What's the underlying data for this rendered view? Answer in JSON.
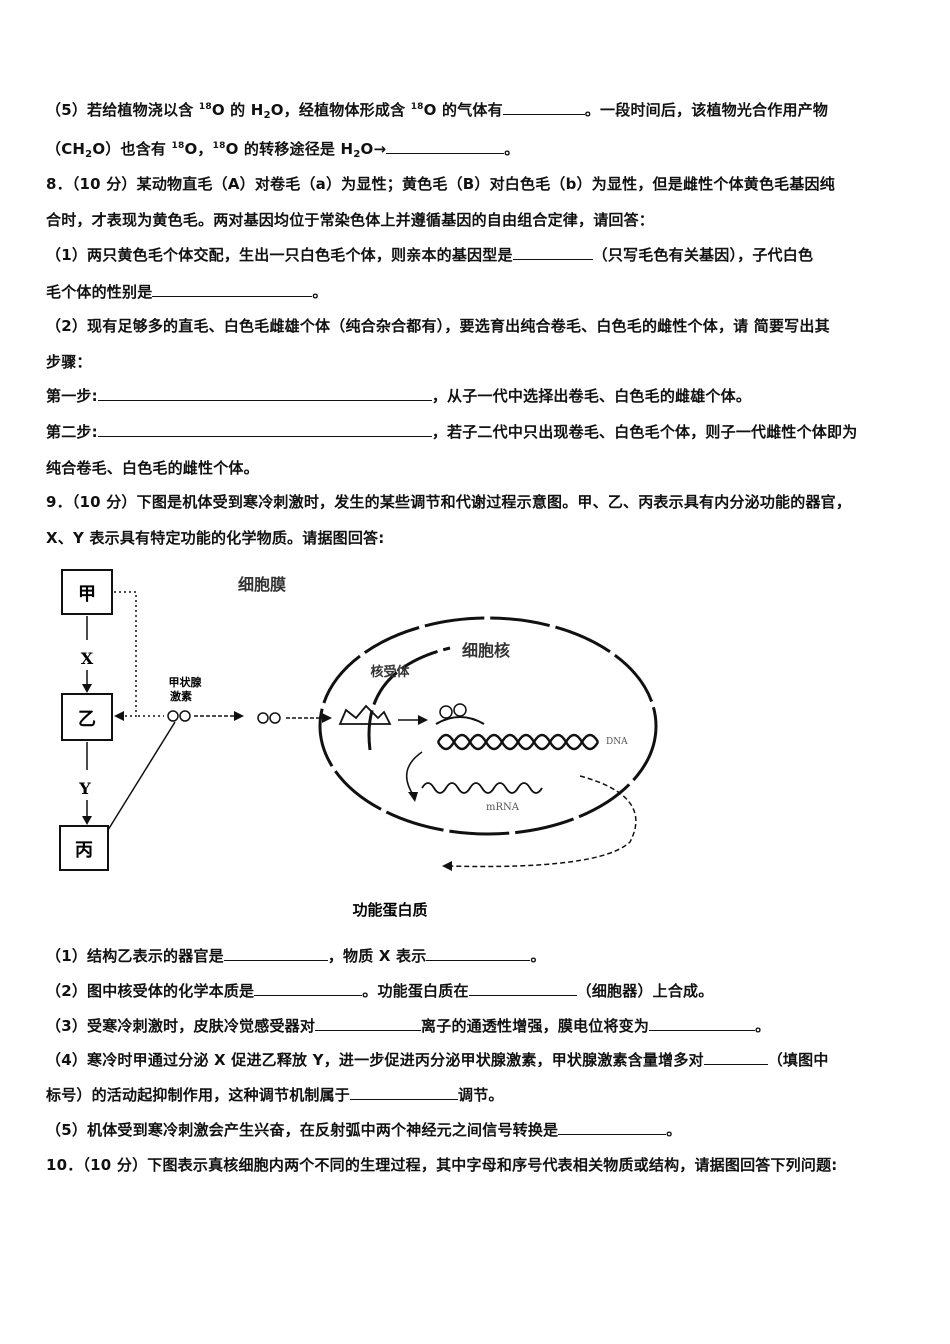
{
  "q7_5": {
    "p1a": "（5）若给植物浇以含 ",
    "sup18": "18",
    "p1b": "O 的 H",
    "sub2": "2",
    "p1c": "O，经植物体形成含 ",
    "p1d": "O 的气体有",
    "p1e": "。一段时间后，该植物光合作用产物",
    "p2a": "（CH",
    "p2b": "O）也含有 ",
    "p2c": "O，",
    "p2d": "O 的转移途径是 H",
    "p2e": "O→",
    "p2f": "。"
  },
  "q8": {
    "l1": "8．（10 分）某动物直毛（A）对卷毛（a）为显性；黄色毛（B）对白色毛（b）为显性，但是雌性个体黄色毛基因纯",
    "l2": "合时，才表现为黄色毛。两对基因均位于常染色体上并遵循基因的自由组合定律，请回答：",
    "l3a": "（1）两只黄色毛个体交配，生出一只白色毛个体，则亲本的基因型是",
    "l3b": "（只写毛色有关基因），子代白色",
    "l4a": "毛个体的性别是",
    "l4b": "。",
    "l5": "（2）现有足够多的直毛、白色毛雌雄个体（纯合杂合都有），要选育出纯合卷毛、白色毛的雌性个体，请 简要写出其",
    "l6": "步骤：",
    "l7a": "第一步:",
    "l7b": "，从子一代中选择出卷毛、白色毛的雌雄个体。",
    "l8a": "第二步:",
    "l8b": "，若子二代中只出现卷毛、白色毛个体，则子一代雌性个体即为",
    "l9": "纯合卷毛、白色毛的雌性个体。"
  },
  "q9": {
    "l1": "9．（10 分）下图是机体受到寒冷刺激时，发生的某些调节和代谢过程示意图。甲、乙、丙表示具有内分泌功能的器官，",
    "l2": "X、Y 表示具有特定功能的化学物质。请据图回答:",
    "s1a": "（1）结构乙表示的器官是",
    "s1b": "，物质 X 表示",
    "s1c": "。",
    "s2a": "（2）图中核受体的化学本质是",
    "s2b": "。功能蛋白质在",
    "s2c": "（细胞器）上合成。",
    "s3a": "（3）受寒冷刺激时，皮肤冷觉感受器对",
    "s3b": "离子的通透性增强，膜电位将变为",
    "s3c": "。",
    "s4a": "（4）寒冷时甲通过分泌 X 促进乙释放 Y，进一步促进丙分泌甲状腺激素，甲状腺激素含量增多对",
    "s4b": "（填图中",
    "s4c": "标号）的活动起抑制作用，这种调节机制属于",
    "s4d": "调节。",
    "s5a": "（5）机体受到寒冷刺激会产生兴奋，在反射弧中两个神经元之间信号转换是",
    "s5b": "。"
  },
  "q10": {
    "l1": "10．（10 分）下图表示真核细胞内两个不同的生理过程，其中字母和序号代表相关物质或结构，请据图回答下列问题:"
  },
  "figure": {
    "box_jia": "甲",
    "box_yi": "乙",
    "box_bing": "丙",
    "label_x": "X",
    "label_y": "Y",
    "membrane": "细胞膜",
    "nucleus": "细胞核",
    "thyroid_hormone_1": "甲状腺",
    "thyroid_hormone_2": "激素",
    "receptor": "核受体",
    "dna": "DNA",
    "mrna": "mRNA",
    "protein": "功能蛋白质"
  }
}
